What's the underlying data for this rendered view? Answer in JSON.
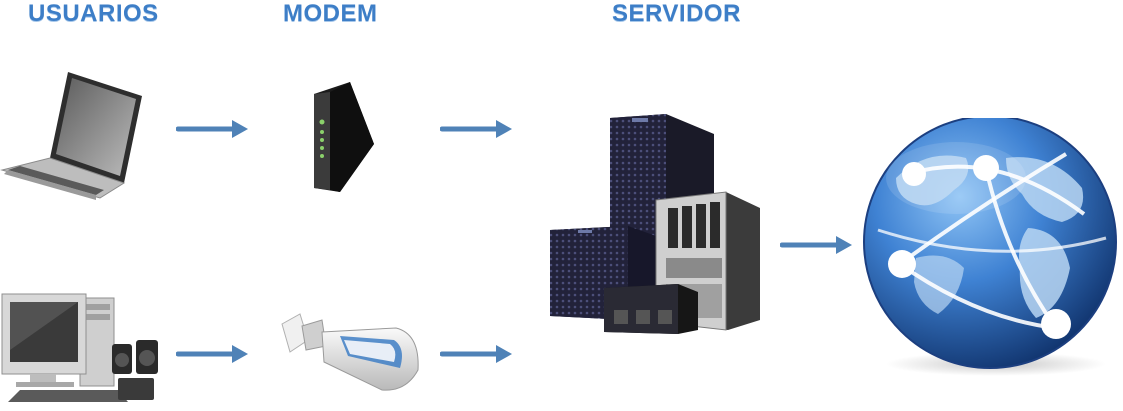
{
  "titles": {
    "users": "USUARIOS",
    "modem": "MODEM",
    "server": "SERVIDOR"
  },
  "colors": {
    "title_blue": "#3d7ec7",
    "arrow_blue": "#4f82b7",
    "globe_blue": "#2f6fbf",
    "server_dark": "#1e1e2a"
  },
  "nodes": [
    {
      "id": "laptop",
      "icon": "laptop-icon"
    },
    {
      "id": "desktop",
      "icon": "desktop-computer-icon"
    },
    {
      "id": "cable-modem",
      "icon": "cable-modem-icon"
    },
    {
      "id": "usb-modem",
      "icon": "usb-modem-icon"
    },
    {
      "id": "server-rack",
      "icon": "server-rack-icon"
    },
    {
      "id": "internet",
      "icon": "globe-icon"
    }
  ]
}
